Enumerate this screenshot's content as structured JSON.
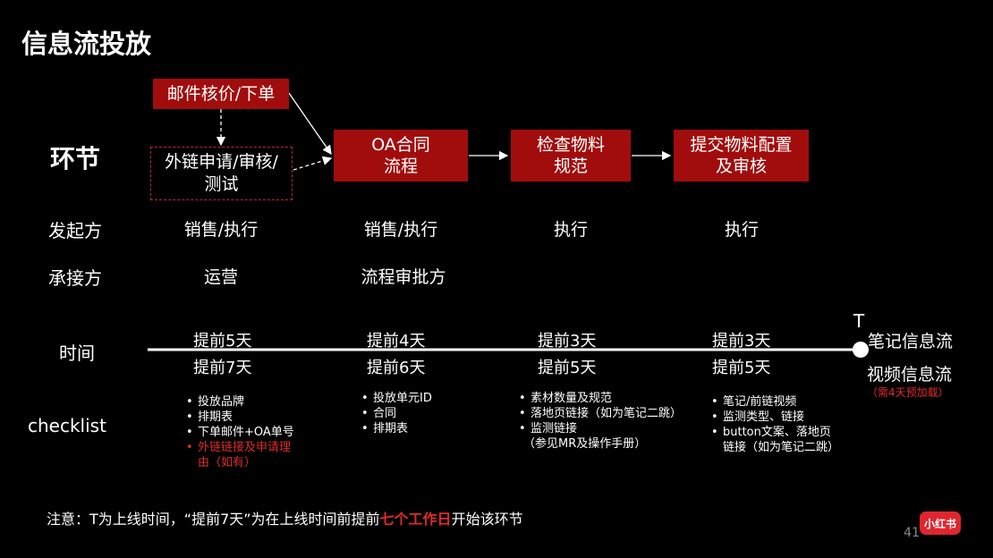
{
  "title": "信息流投放",
  "rows": {
    "stage": "环节",
    "initiator": "发起方",
    "receiver": "承接方",
    "time": "时间",
    "checklist": "checklist"
  },
  "boxes": {
    "email": "邮件核价/下单",
    "external": [
      "外链申请/审核/",
      "测试"
    ],
    "oa": [
      "OA合同",
      "流程"
    ],
    "check": [
      "检查物料",
      "规范"
    ],
    "submit": [
      "提交物料配置",
      "及审核"
    ]
  },
  "initiators": [
    "销售/执行",
    "销售/执行",
    "执行",
    "执行"
  ],
  "receivers": [
    "运营",
    "流程审批方"
  ],
  "timeline": {
    "top": [
      "提前5天",
      "提前4天",
      "提前3天",
      "提前3天"
    ],
    "bottom": [
      "提前7天",
      "提前6天",
      "提前5天",
      "提前5天"
    ],
    "end_label": "T",
    "end_note1": "笔记信息流",
    "end_note2": "视频信息流",
    "end_note3": "（需4天预加载）"
  },
  "checklists": [
    [
      "投放品牌",
      "排期表",
      "下单邮件+OA单号",
      "外链链接及申请理",
      "由（如有）"
    ],
    [
      "投放单元ID",
      "合同",
      "排期表"
    ],
    [
      "素材数量及规范",
      "落地页链接（如为笔记二跳）",
      "监测链接",
      "（参见MR及操作手册）"
    ],
    [
      "笔记/前链视频",
      "监测类型、链接",
      "button文案、落地页",
      "链接（如为笔记二跳）"
    ]
  ],
  "note": {
    "prefix": "注意：T为上线时间，“提前7天”为在上线时间前提前",
    "highlight": "七个工作日",
    "suffix": "开始该环节"
  },
  "page_number": "41",
  "logo": "小红书",
  "colors": {
    "accent": "#a10d0d",
    "highlight": "#e02b2b",
    "background": "#000000"
  }
}
